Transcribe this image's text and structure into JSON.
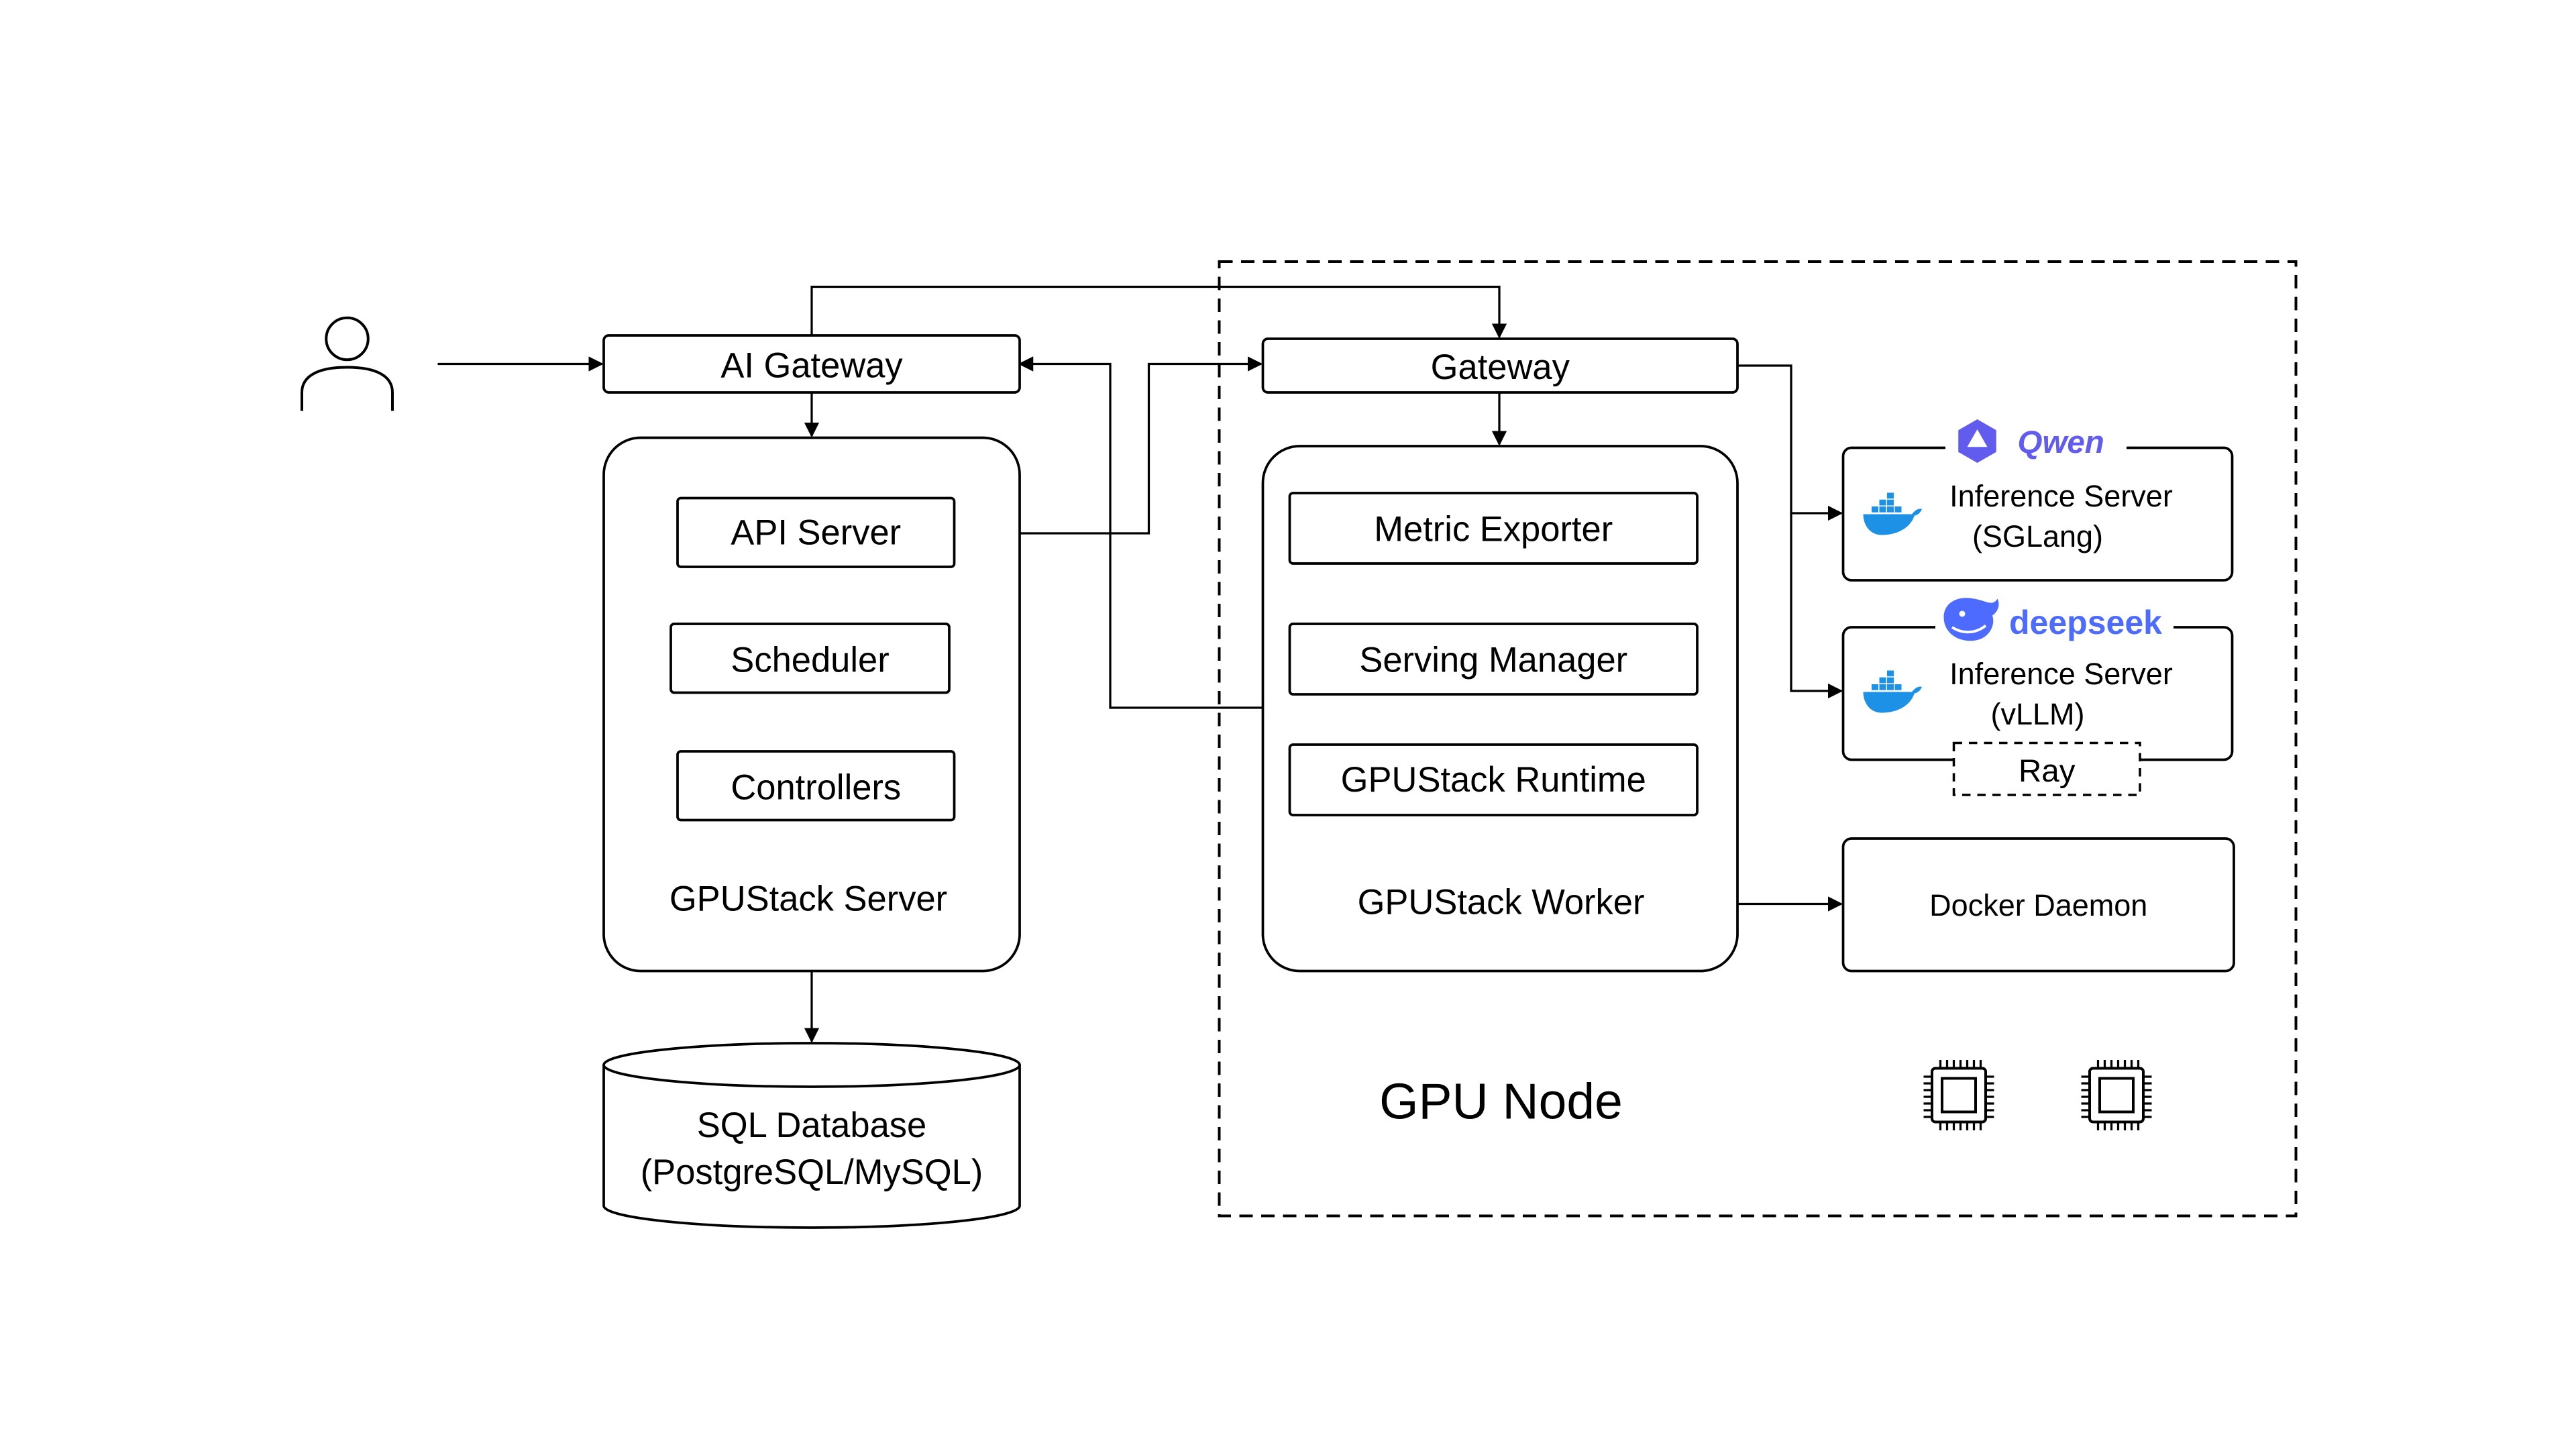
{
  "diagram": {
    "user": {
      "icon": "user-icon"
    },
    "ai_gateway": {
      "label": "AI Gateway"
    },
    "server": {
      "title": "GPUStack Server",
      "api_server": "API Server",
      "scheduler": "Scheduler",
      "controllers": "Controllers"
    },
    "database": {
      "line1": "SQL Database",
      "line2": "(PostgreSQL/MySQL)"
    },
    "gpu_node": {
      "title": "GPU Node",
      "gateway": "Gateway",
      "worker": {
        "title": "GPUStack Worker",
        "metric_exporter": "Metric Exporter",
        "serving_manager": "Serving Manager",
        "runtime": "GPUStack Runtime"
      },
      "sglang_server": {
        "brand": "Qwen",
        "brand_icon": "qwen-logo-icon",
        "line1": "Inference Server",
        "line2": "(SGLang)",
        "icon": "docker-icon"
      },
      "vllm_server": {
        "brand": "deepseek",
        "brand_icon": "deepseek-whale-icon",
        "line1": "Inference Server",
        "line2": "(vLLM)",
        "ray": "Ray",
        "icon": "docker-icon"
      },
      "docker_daemon": "Docker Daemon",
      "gpu_icons": [
        "gpu-chip-icon",
        "gpu-chip-icon"
      ]
    },
    "colors": {
      "line": "#000000",
      "docker_blue": "#1d91e6",
      "qwen_purple": "#615ced",
      "deepseek_blue": "#4d6bfe"
    }
  }
}
